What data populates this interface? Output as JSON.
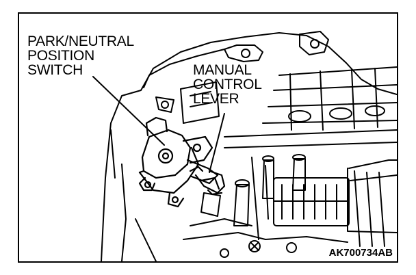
{
  "labels": {
    "switch": [
      "PARK/NEUTRAL",
      "POSITION",
      "SWITCH"
    ],
    "lever": [
      "MANUAL",
      "CONTROL",
      "LEVER"
    ]
  },
  "figure_id": "AK700734AB",
  "colors": {
    "ink": "#000000",
    "paper": "#ffffff"
  }
}
